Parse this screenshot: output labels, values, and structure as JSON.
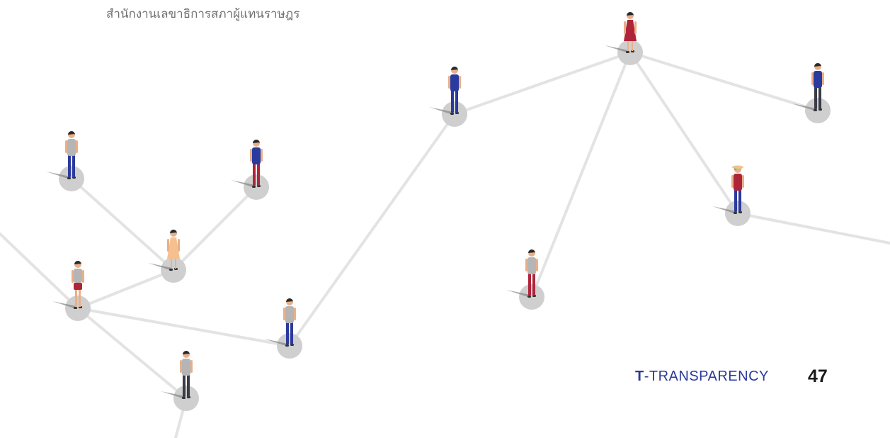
{
  "header": {
    "organization": "สำนักงานเลขาธิการสภาผู้แทนราษฎร"
  },
  "footer": {
    "section_initial": "T",
    "section_rest": "-TRANSPARENCY",
    "page_number": "47"
  },
  "colors": {
    "line": "#e3e3e3",
    "node": "#cfcfcf",
    "shadow": "#8a8a8a",
    "navy": "#2b3a9e",
    "red": "#b0243a",
    "grey_shirt": "#b5b5b5",
    "skin": "#e8b08a",
    "hair": "#2a2a2a",
    "peach": "#f6c08e",
    "footer_blue": "#2a3a9a"
  },
  "network": {
    "people": [
      {
        "id": "p1",
        "top": "grey",
        "bottom": "navy"
      },
      {
        "id": "p2",
        "top": "navy",
        "bottom": "red"
      },
      {
        "id": "p3",
        "top": "peach",
        "bottom": "peach",
        "dress": true
      },
      {
        "id": "p4",
        "top": "grey",
        "bottom": "red",
        "skirt": true
      },
      {
        "id": "p5",
        "top": "grey",
        "bottom": "navy"
      },
      {
        "id": "p6",
        "top": "grey",
        "bottom": "dark"
      },
      {
        "id": "p7",
        "top": "navy",
        "bottom": "navy"
      },
      {
        "id": "p8",
        "top": "red",
        "bottom": "red",
        "dress": true
      },
      {
        "id": "p9",
        "top": "navy",
        "bottom": "dark"
      },
      {
        "id": "p10",
        "top": "red",
        "bottom": "navy",
        "hat": true
      },
      {
        "id": "p11",
        "top": "grey",
        "bottom": "red"
      }
    ]
  }
}
